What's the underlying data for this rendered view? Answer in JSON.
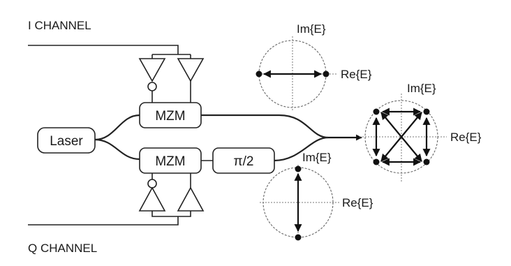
{
  "labels": {
    "i_channel": "I CHANNEL",
    "q_channel": "Q CHANNEL",
    "laser": "Laser",
    "mzm_top": "MZM",
    "mzm_bottom": "MZM",
    "phase_shift": "π/2"
  },
  "constellations": {
    "i": {
      "imag_label": "Im{E}",
      "real_label": "Re{E}"
    },
    "q": {
      "imag_label": "Im{E}",
      "real_label": "Re{E}"
    },
    "qpsk": {
      "imag_label": "Im{E}",
      "real_label": "Re{E}"
    }
  }
}
